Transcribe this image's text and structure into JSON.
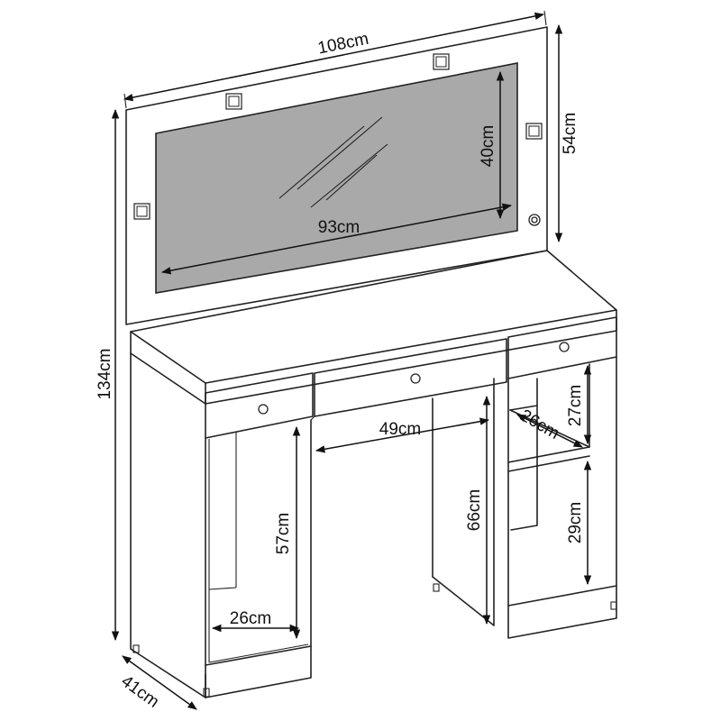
{
  "dimensions": {
    "total_width": "108cm",
    "mirror_frame_height": "54cm",
    "mirror_height": "40cm",
    "mirror_width": "93cm",
    "total_height": "134cm",
    "depth": "41cm",
    "center_opening_width": "49cm",
    "left_opening_height": "57cm",
    "left_shelf_width": "26cm",
    "center_opening_height": "66cm",
    "right_upper_height": "27cm",
    "right_shelf_depth": "26cm",
    "right_lower_height": "29cm"
  }
}
